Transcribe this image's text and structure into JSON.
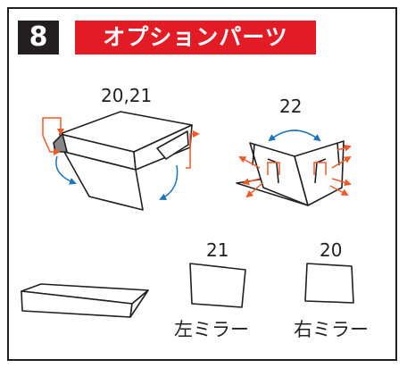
{
  "header": {
    "step_number": "8",
    "title": "オプションパーツ"
  },
  "diagram": {
    "label_20_21": "20,21",
    "label_22": "22",
    "label_21": "21",
    "label_20": "20",
    "caption_left_mirror": "左ミラー",
    "caption_right_mirror": "右ミラー"
  },
  "colors": {
    "banner_red": "#e21b25",
    "dark": "#231f20",
    "fold_orange": "#f05a28",
    "fold_blue": "#1c75bc"
  }
}
